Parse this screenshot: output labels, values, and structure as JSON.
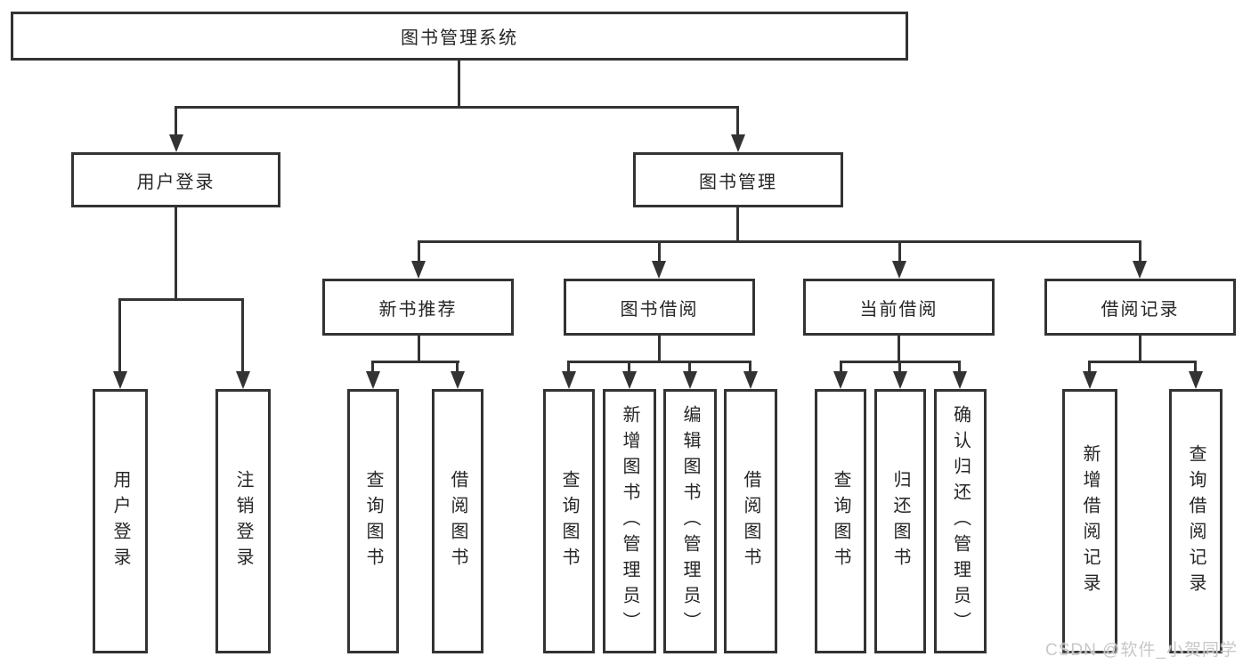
{
  "diagram": {
    "root": {
      "label": "图书管理系统"
    },
    "level2": [
      {
        "label": "用户登录"
      },
      {
        "label": "图书管理"
      }
    ],
    "level3": [
      {
        "label": "新书推荐"
      },
      {
        "label": "图书借阅"
      },
      {
        "label": "当前借阅"
      },
      {
        "label": "借阅记录"
      }
    ],
    "leaves": {
      "login": [
        "用户登录",
        "注销登录"
      ],
      "recommend": [
        "查询图书",
        "借阅图书"
      ],
      "borrow": [
        "查询图书",
        "新增图书（管理员）",
        "编辑图书（管理员）",
        "借阅图书"
      ],
      "current": [
        "查询图书",
        "归还图书",
        "确认归还（管理员）"
      ],
      "records": [
        "新增借阅记录",
        "查询借阅记录"
      ]
    }
  },
  "watermark": {
    "text": "CSDN @软件_小贺同学"
  },
  "colors": {
    "line": "#333333",
    "text": "#262626",
    "watermark": "#c8c8c8",
    "background": "#ffffff"
  }
}
